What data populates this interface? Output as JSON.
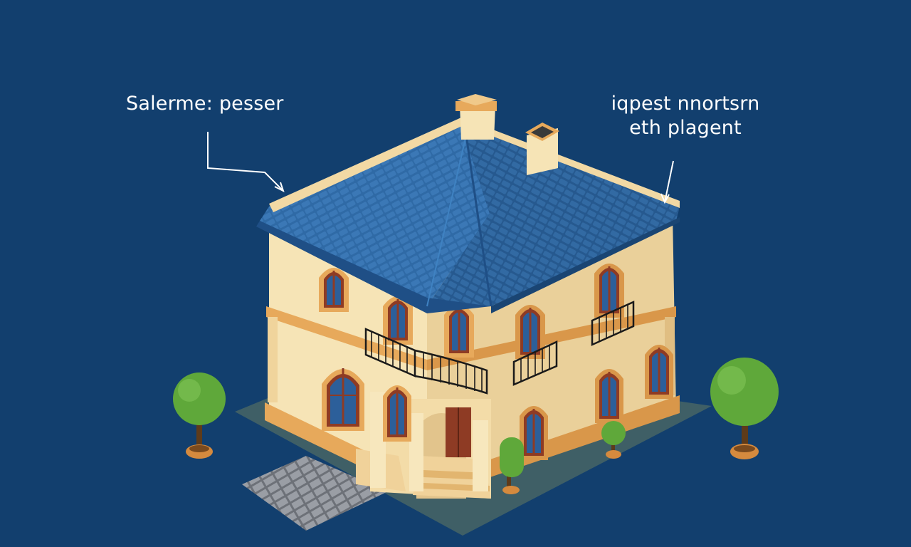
{
  "background_color": "#123f6e",
  "annotations": {
    "left": {
      "text": "Salerme: pesser"
    },
    "right": {
      "line1": "iqpest nnortsrn",
      "line2": "eth plagent"
    }
  },
  "colors": {
    "roof": "#2f6aa6",
    "roof_dark": "#1f4f86",
    "wall": "#f6e4b6",
    "wall_shade": "#ead09a",
    "trim": "#e7a95b",
    "window_frame": "#8e3b24",
    "window_glass": "#2c5f9a",
    "foliage": "#5fa83a",
    "pot": "#d58a3e",
    "plaza": "#3f5f66",
    "path": "#8b8e94"
  },
  "icons": [
    "arrow-icon",
    "tree-icon",
    "chimney-icon",
    "balcony-railing-icon"
  ]
}
